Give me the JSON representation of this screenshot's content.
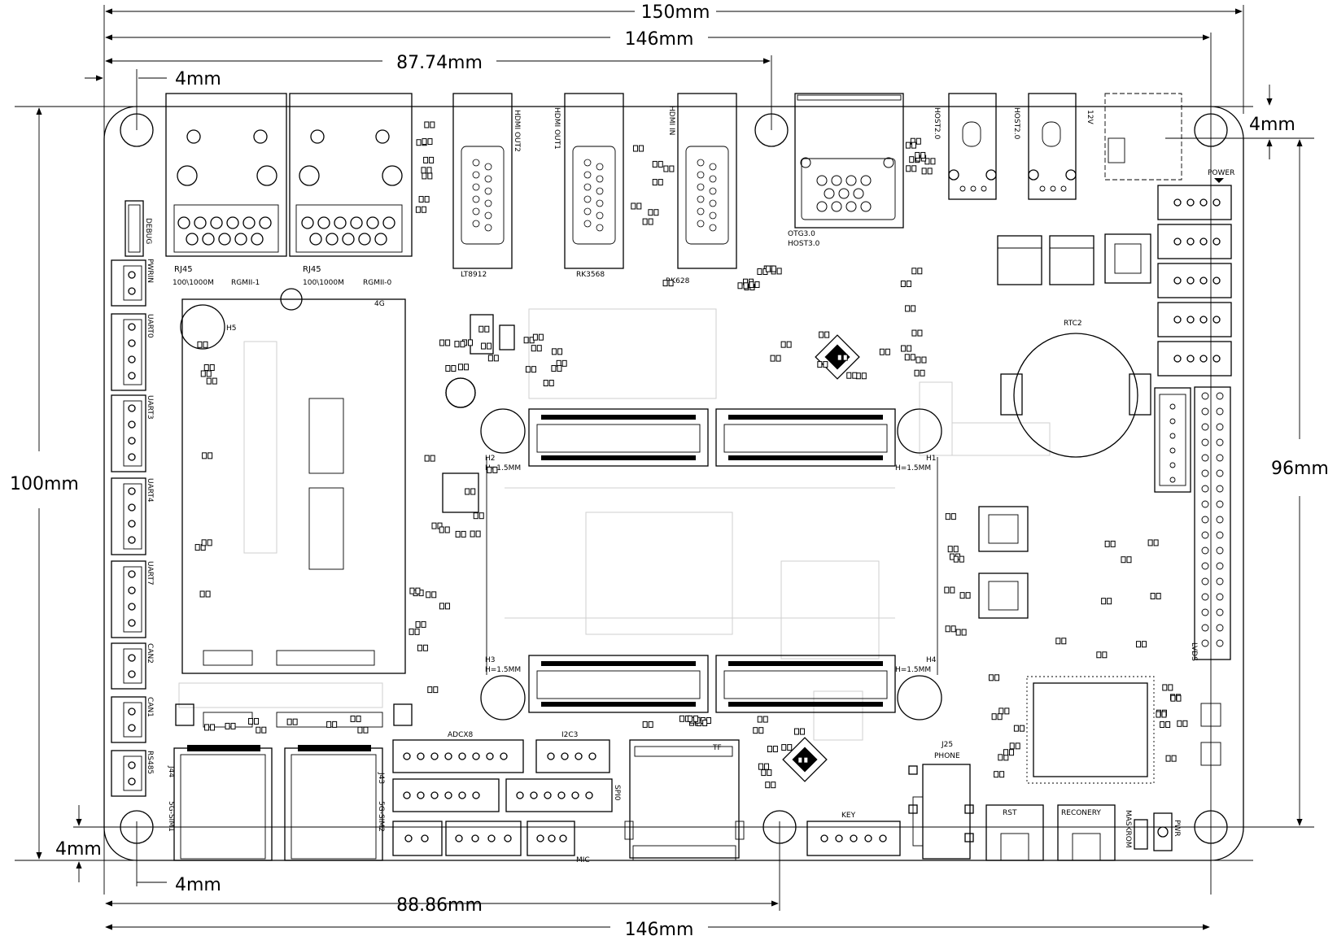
{
  "dimensions": {
    "top_150": "150mm",
    "top_146": "146mm",
    "top_87": "87.74mm",
    "hole_tl": "4mm",
    "hole_tr": "4mm",
    "height_100": "100mm",
    "height_96": "96mm",
    "hole_bl_v": "4mm",
    "hole_bl_h": "4mm",
    "bottom_88": "88.86mm",
    "bottom_146": "146mm"
  },
  "labels": {
    "rj45_1": "RJ45",
    "rj45_1_speed": "100\\1000M",
    "rgmii_1": "RGMII-1",
    "rj45_2": "RJ45",
    "rj45_2_speed": "100\\1000M",
    "rgmii_0": "RGMII-0",
    "hdmi_out2": "HDMI OUT2",
    "lt8912": "LT8912",
    "hdmi_out1": "HDMI OUT1",
    "rk3568": "RK3568",
    "hdmi_in": "HDMI IN",
    "rk628": "RK628",
    "otg30": "OTG3.0",
    "host30": "HOST3.0",
    "host20_a": "HOST2.0",
    "host20_b": "HOST2.0",
    "v12": "12V",
    "power": "POWER",
    "debug": "DEBUG",
    "pwrin": "PWRIN",
    "uart0": "UART0",
    "uart3": "UART3",
    "uart4": "UART4",
    "uart7": "UART7",
    "can1": "CAN1",
    "can2": "CAN2",
    "rs485": "RS485",
    "label_4g": "4G",
    "h5": "H5",
    "h1": "H1",
    "h1_height": "H=1.5MM",
    "h2": "H2",
    "h2_height": "H=1.5MM",
    "h3": "H3",
    "h3_height": "H=1.5MM",
    "h4": "H4",
    "h4_height": "H=1.5MM",
    "rtc2": "RTC2",
    "lvds": "LVDS",
    "j44": "J44",
    "sim1": "5G-SIM1",
    "j43": "J43",
    "sim2": "5G-SIM2",
    "adcx8": "ADCX8",
    "i2c3": "I2C3",
    "spi0": "SPI0",
    "mic": "MIC",
    "tf": "TF",
    "key": "KEY",
    "j25": "J25",
    "phone": "PHONE",
    "rst": "RST",
    "recovery": "RECONERY",
    "maskrom": "MASKROM",
    "pwr": "PWR"
  },
  "colors": {
    "line": "#000000",
    "faint": "#cfcfcf",
    "background": "#ffffff"
  }
}
